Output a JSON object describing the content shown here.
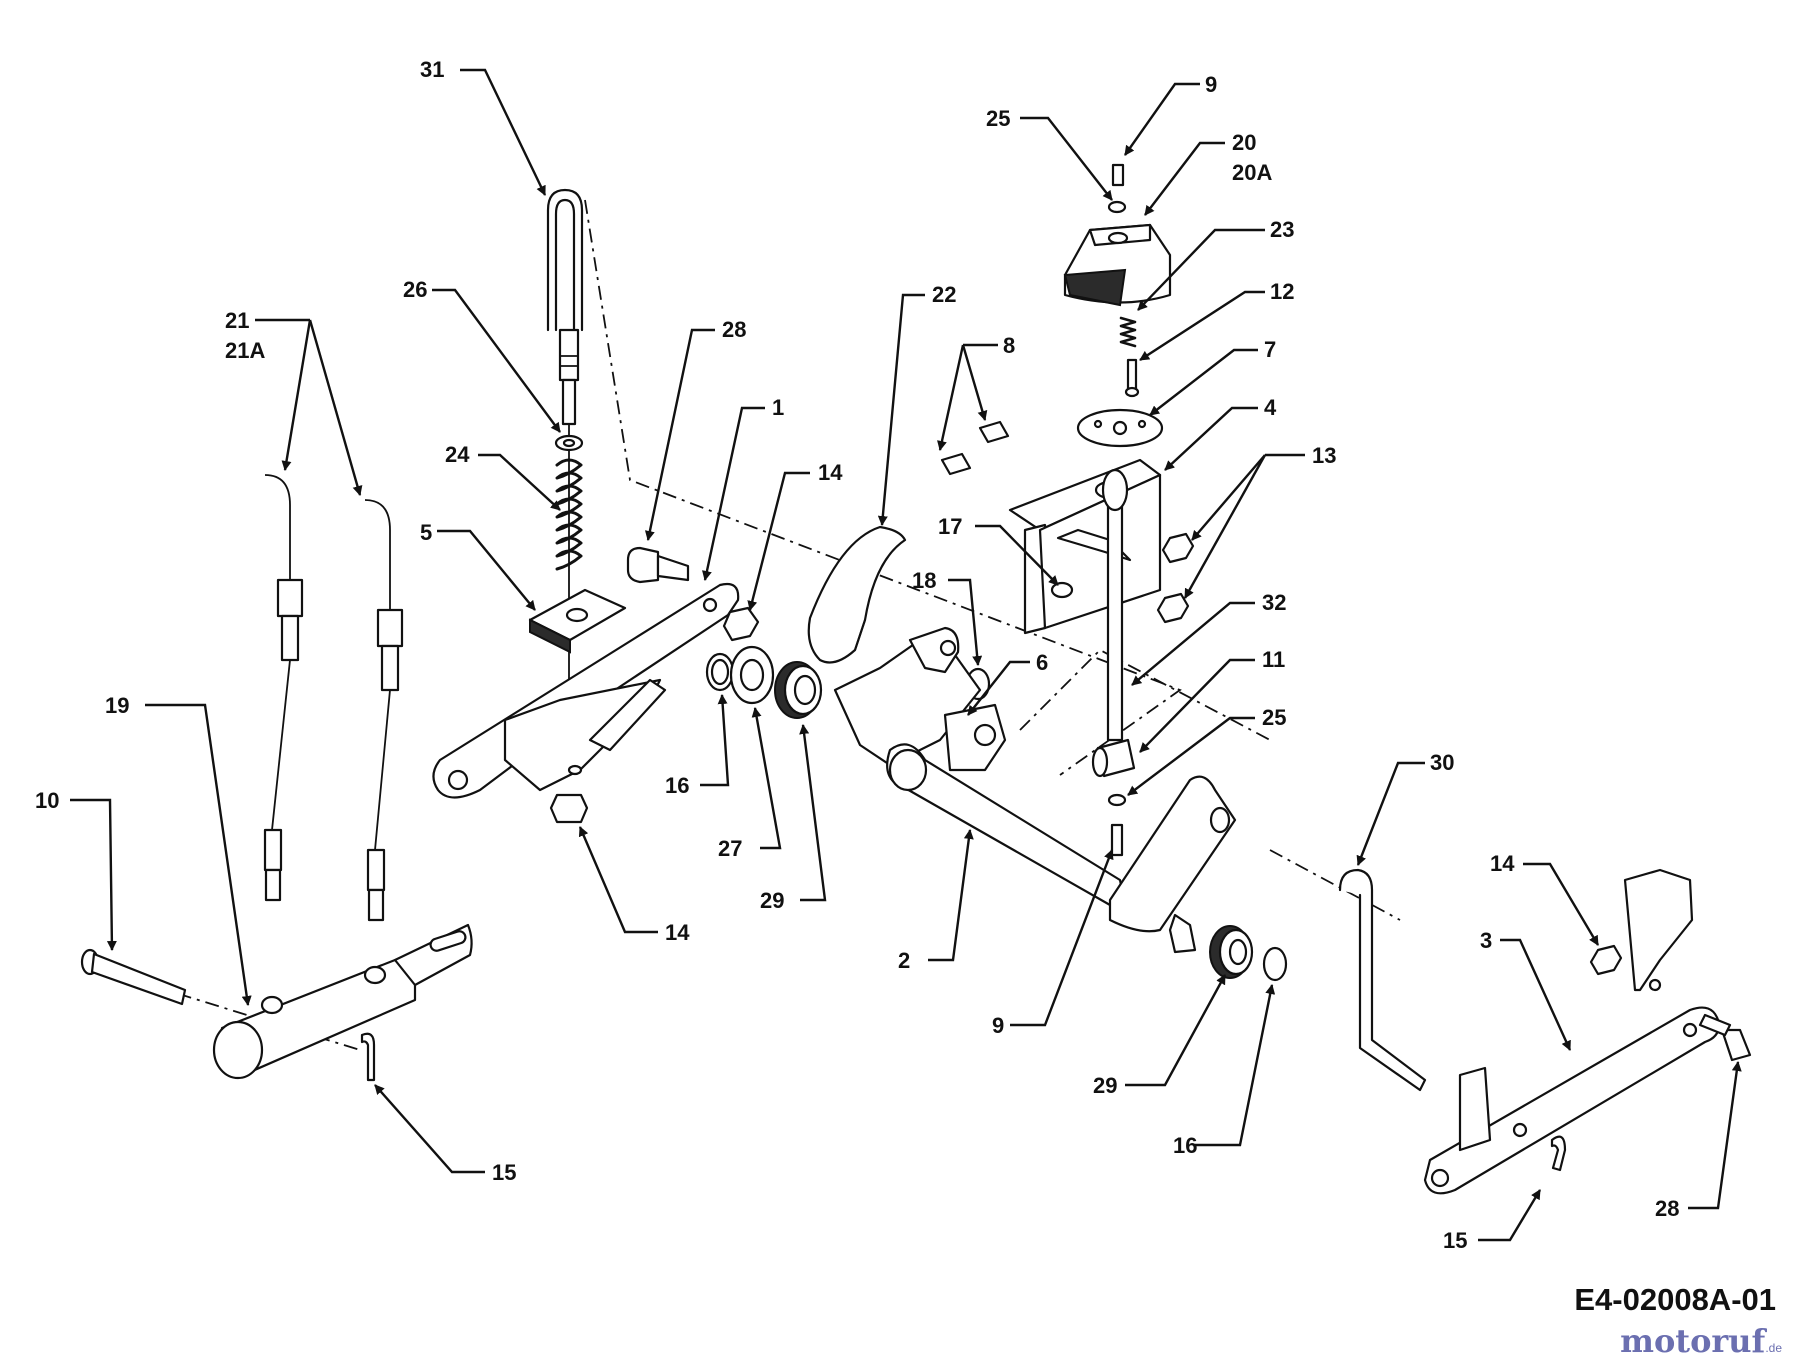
{
  "diagram_ref": "E4-02008A-01",
  "brand": {
    "name": "motoruf",
    "suffix": ".de"
  },
  "callouts": {
    "c1": "1",
    "c2": "2",
    "c3": "3",
    "c4": "4",
    "c5": "5",
    "c6": "6",
    "c7": "7",
    "c8": "8",
    "c9a": "9",
    "c9b": "9",
    "c10": "10",
    "c11": "11",
    "c12": "12",
    "c13": "13",
    "c14a": "14",
    "c14b": "14",
    "c14c": "14",
    "c15a": "15",
    "c15b": "15",
    "c16a": "16",
    "c16b": "16",
    "c17": "17",
    "c18": "18",
    "c19": "19",
    "c20": "20",
    "c20a": "20A",
    "c21": "21",
    "c21a": "21A",
    "c22": "22",
    "c23": "23",
    "c24": "24",
    "c25a": "25",
    "c25b": "25",
    "c26": "26",
    "c27": "27",
    "c28a": "28",
    "c28b": "28",
    "c29a": "29",
    "c29b": "29",
    "c30": "30",
    "c31": "31",
    "c32": "32"
  }
}
